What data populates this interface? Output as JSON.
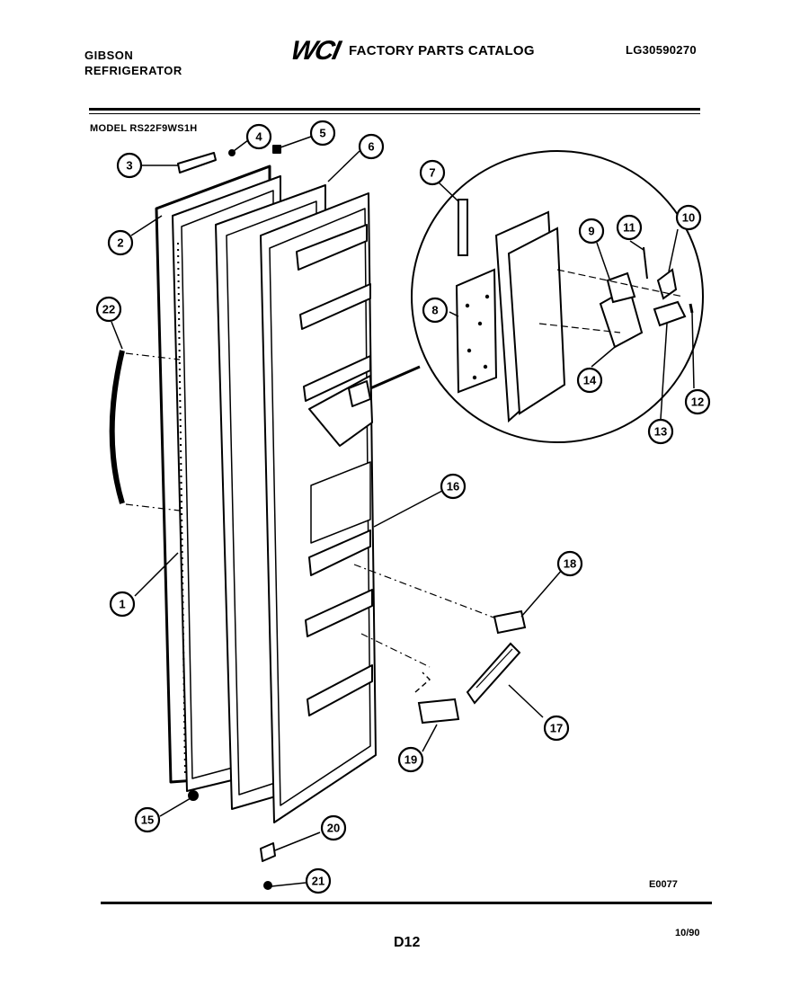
{
  "header": {
    "brand_line1": "GIBSON",
    "brand_line2": "REFRIGERATOR",
    "logo": "WCI",
    "catalog_title": "FACTORY PARTS CATALOG",
    "catalog_number": "LG30590270"
  },
  "model_label": "MODEL RS22F9WS1H",
  "diagram_code": "E0077",
  "page_number": "D12",
  "date": "10/90",
  "callouts": [
    "1",
    "2",
    "3",
    "4",
    "5",
    "6",
    "7",
    "8",
    "9",
    "10",
    "11",
    "12",
    "13",
    "14",
    "15",
    "16",
    "17",
    "18",
    "19",
    "20",
    "21",
    "22"
  ]
}
